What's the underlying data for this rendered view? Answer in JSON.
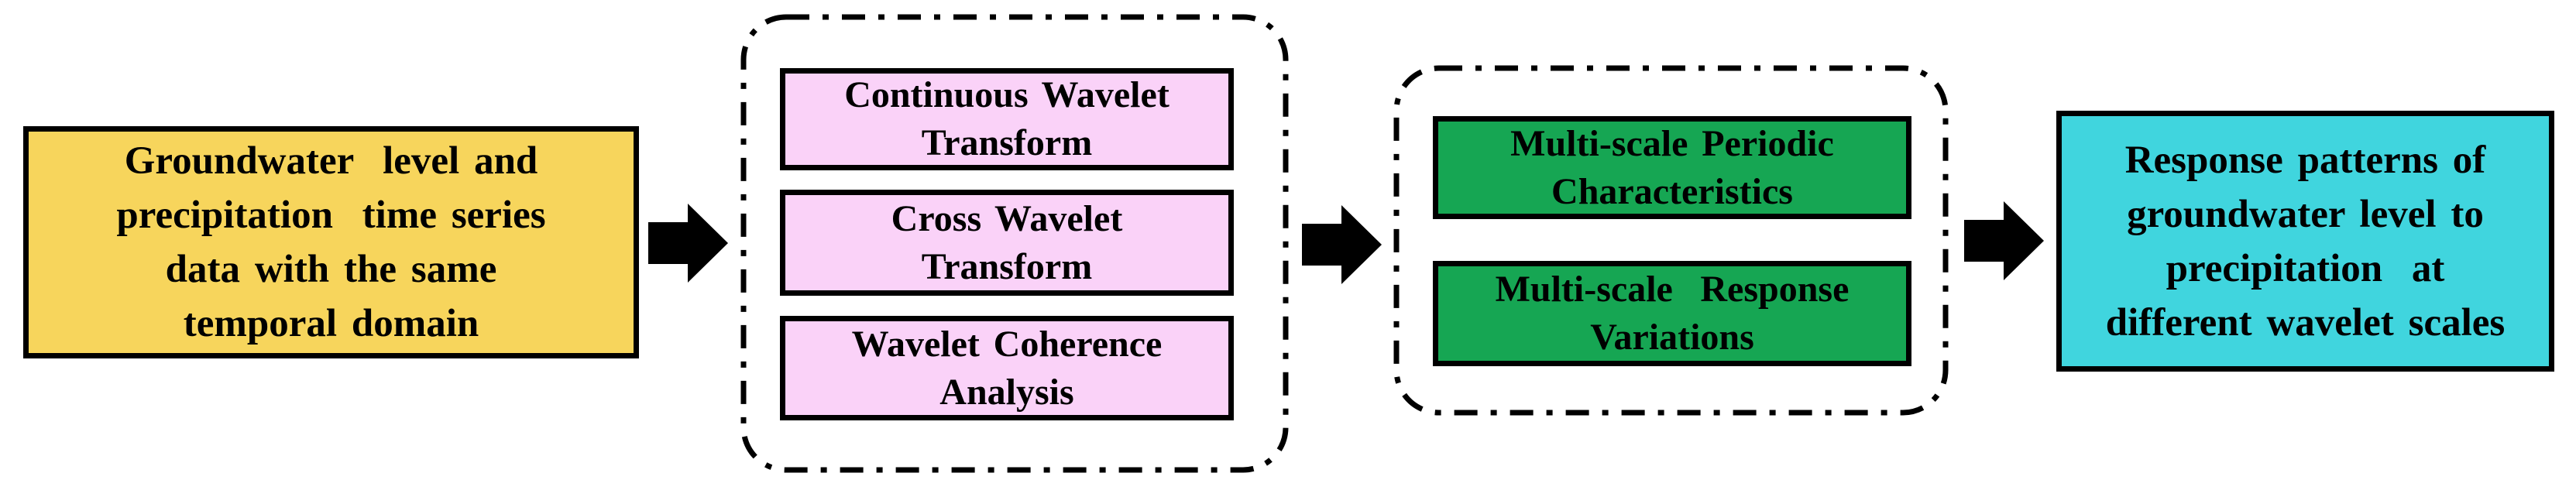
{
  "diagram": {
    "type": "flowchart",
    "direction": "left-to-right",
    "nodes": {
      "input": {
        "id": "input-data",
        "lines": [
          "Groundwater  level and",
          "precipitation  time series",
          "data with the same",
          "temporal domain"
        ],
        "text": "Groundwater level and precipitation time series data with the same temporal domain"
      },
      "methods_group": {
        "border_style": "dash-dot-rounded",
        "items": [
          {
            "id": "continuous-wavelet-transform",
            "lines": [
              "Continuous Wavelet",
              "Transform"
            ],
            "text": "Continuous Wavelet Transform"
          },
          {
            "id": "cross-wavelet-transform",
            "lines": [
              "Cross Wavelet",
              "Transform"
            ],
            "text": "Cross Wavelet Transform"
          },
          {
            "id": "wavelet-coherence-analysis",
            "lines": [
              "Wavelet Coherence",
              "Analysis"
            ],
            "text": "Wavelet Coherence Analysis"
          }
        ]
      },
      "results_group": {
        "border_style": "dash-dot-rounded",
        "items": [
          {
            "id": "multi-scale-periodic-characteristics",
            "lines": [
              "Multi-scale Periodic",
              "Characteristics"
            ],
            "text": "Multi-scale Periodic Characteristics"
          },
          {
            "id": "multi-scale-response-variations",
            "lines": [
              "Multi-scale  Response",
              "Variations"
            ],
            "text": "Multi-scale Response Variations"
          }
        ]
      },
      "output": {
        "id": "output-response-patterns",
        "lines": [
          "Response patterns of",
          "groundwater level to",
          "precipitation  at",
          "different wavelet scales"
        ],
        "text": "Response patterns of groundwater level to precipitation at different wavelet scales"
      }
    },
    "connections": [
      {
        "from": "input-data",
        "to": "methods-group",
        "icon": "arrow-right-icon"
      },
      {
        "from": "methods-group",
        "to": "results-group",
        "icon": "arrow-right-icon"
      },
      {
        "from": "results-group",
        "to": "output-response-patterns",
        "icon": "arrow-right-icon"
      }
    ]
  },
  "colors": {
    "input_fill": "#F7D55C",
    "method_fill": "#FAD2F8",
    "result_fill": "#16A653",
    "output_fill": "#40D5DE",
    "stroke": "#000000",
    "background": "#FFFFFF"
  }
}
